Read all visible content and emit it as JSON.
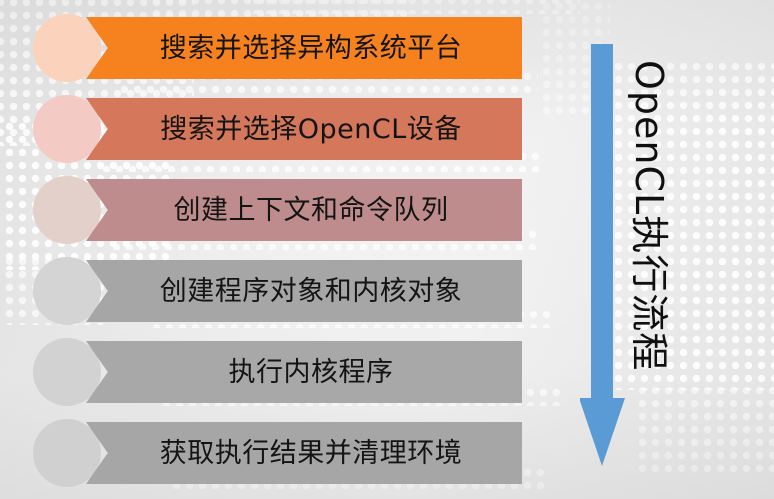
{
  "slide": {
    "background_color": "#e9e9e9",
    "pattern": "halftone-dot-world-map"
  },
  "flow": {
    "title_vertical": "OpenCL执行流程",
    "arrow": {
      "icon": "arrow-down-icon",
      "color": "#5B9BD5",
      "direction": "down"
    },
    "steps": [
      {
        "index": 1,
        "label": "搜索并选择异构系统平台",
        "bar_color": "#F5821F",
        "bullet_color": "#FBD3BC"
      },
      {
        "index": 2,
        "label": "搜索并选择OpenCL设备",
        "bar_color": "#D4775A",
        "bullet_color": "#F4CBC4"
      },
      {
        "index": 3,
        "label": "创建上下文和命令队列",
        "bar_color": "#BE8C8C",
        "bullet_color": "#E4D0CB"
      },
      {
        "index": 4,
        "label": "创建程序对象和内核对象",
        "bar_color": "#A6A6A6",
        "bullet_color": "#D4D4D4"
      },
      {
        "index": 5,
        "label": "执行内核程序",
        "bar_color": "#A8A8A8",
        "bullet_color": "#D2D2D2"
      },
      {
        "index": 6,
        "label": "获取执行结果并清理环境",
        "bar_color": "#A6A6A6",
        "bullet_color": "#D0D0D0"
      }
    ]
  }
}
